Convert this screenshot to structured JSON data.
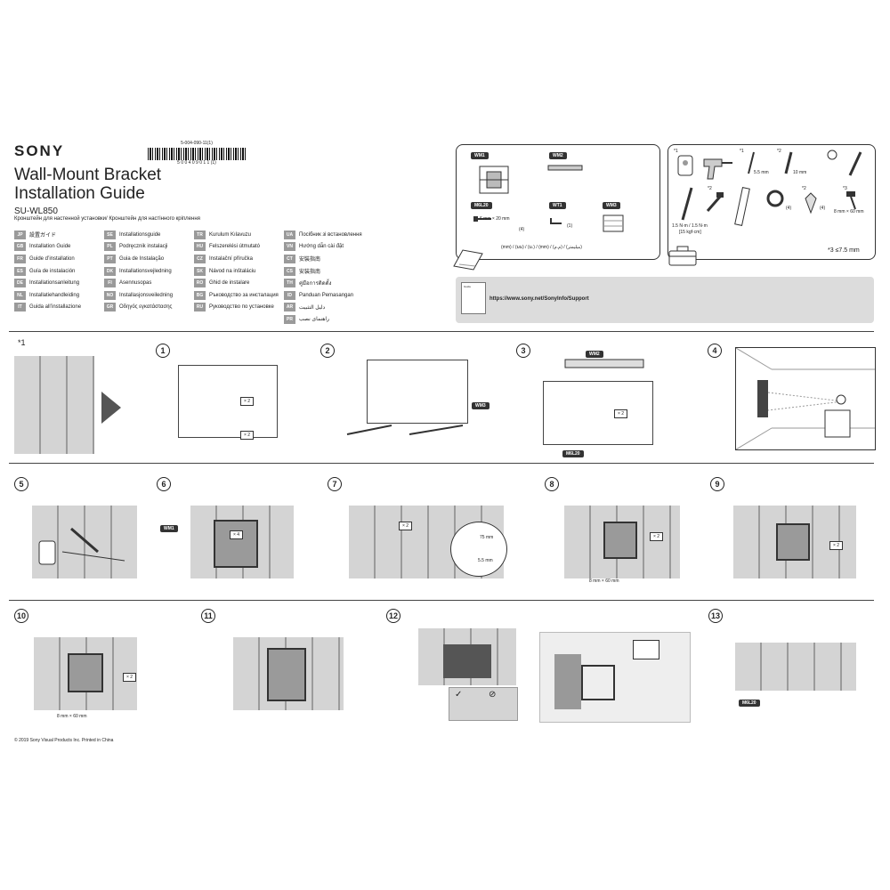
{
  "header": {
    "brand": "SONY",
    "title_line1": "Wall-Mount Bracket",
    "title_line2": "Installation Guide",
    "model": "SU-WL850",
    "subtitle": "Кронштейн для настенной установки/ Кронштейн для настінного кріплення",
    "barcode_top": "5-004-090-11(1)",
    "barcode_bottom": "5 0 0 4 0 9 0 1 1 (1)"
  },
  "languages": [
    [
      {
        "code": "JP",
        "name": "設置ガイド"
      },
      {
        "code": "GB",
        "name": "Installation Guide"
      },
      {
        "code": "FR",
        "name": "Guide d’installation"
      },
      {
        "code": "ES",
        "name": "Guía de instalación"
      },
      {
        "code": "DE",
        "name": "Installationsanleitung"
      },
      {
        "code": "NL",
        "name": "Installatiehandleiding"
      },
      {
        "code": "IT",
        "name": "Guida all’installazione"
      }
    ],
    [
      {
        "code": "SE",
        "name": "Installationsguide"
      },
      {
        "code": "PL",
        "name": "Podręcznik instalacji"
      },
      {
        "code": "PT",
        "name": "Guia de Instalação"
      },
      {
        "code": "DK",
        "name": "Installationsvejledning"
      },
      {
        "code": "FI",
        "name": "Asennusopas"
      },
      {
        "code": "NO",
        "name": "Installasjonsveiledning"
      },
      {
        "code": "GR",
        "name": "Οδηγός εγκατάστασης"
      }
    ],
    [
      {
        "code": "TR",
        "name": "Kurulum Kılavuzu"
      },
      {
        "code": "HU",
        "name": "Felszerelési útmutató"
      },
      {
        "code": "CZ",
        "name": "Instalační příručka"
      },
      {
        "code": "SK",
        "name": "Návod na inštaláciu"
      },
      {
        "code": "RO",
        "name": "Ghid de instalare"
      },
      {
        "code": "BG",
        "name": "Ръководство за инсталация"
      },
      {
        "code": "RU",
        "name": "Руководство по установке"
      }
    ],
    [
      {
        "code": "UA",
        "name": "Посібник зі встановлення"
      },
      {
        "code": "VN",
        "name": "Hướng dẫn cài đặt"
      },
      {
        "code": "CT",
        "name": "安裝指南"
      },
      {
        "code": "CS",
        "name": "安装指南"
      },
      {
        "code": "TH",
        "name": "คู่มือการติดตั้ง"
      },
      {
        "code": "ID",
        "name": "Panduan Pemasangan"
      },
      {
        "code": "AR",
        "name": "دليل التثبيت"
      },
      {
        "code": "PR",
        "name": "راهنمای نصب"
      }
    ]
  ],
  "parts": {
    "wm1": "WM1",
    "wm2": "WM2",
    "wm3": "WM3",
    "wt1": "WT1",
    "m6l20": "M6L20",
    "m6l20_size": "6 mm × 20 mm",
    "m6l20_qty": "(4)",
    "wt1_qty": "(1)",
    "units": "(mm) / (มม) / (ม.) / (mm) / (م.م) / (میلیمتر)"
  },
  "tools": {
    "star1": "*1",
    "star2": "*2",
    "star3": "*3",
    "bit_size": "5.5 mm",
    "socket_size": "10 mm",
    "torque": "1.5 N·m / 1.5 N·m",
    "torque_kgf": "[15 kgf·cm]",
    "tape_qty": "(4)",
    "anchor_qty": "(4)",
    "bolt_size": "8 mm × 60 mm",
    "footnote": "≤7.5 mm"
  },
  "support": {
    "url": "https://www.sony.net/SonyInfo/Support",
    "booklet": "Guide"
  },
  "steps": {
    "s1": "1",
    "s2": "2",
    "s3": "3",
    "s4": "4",
    "s5": "5",
    "s6": "6",
    "s7": "7",
    "s8": "8",
    "s9": "9",
    "s10": "10",
    "s11": "11",
    "s12": "12",
    "s13": "13",
    "star1": "*1"
  },
  "callouts": {
    "x2": "× 2",
    "x4": "× 4",
    "depth1": "75 mm",
    "depth2": "5.5 mm",
    "bolt": "8 mm × 60 mm"
  },
  "footer": {
    "copyright": "© 2019 Sony Visual Products Inc.    Printed in China"
  }
}
